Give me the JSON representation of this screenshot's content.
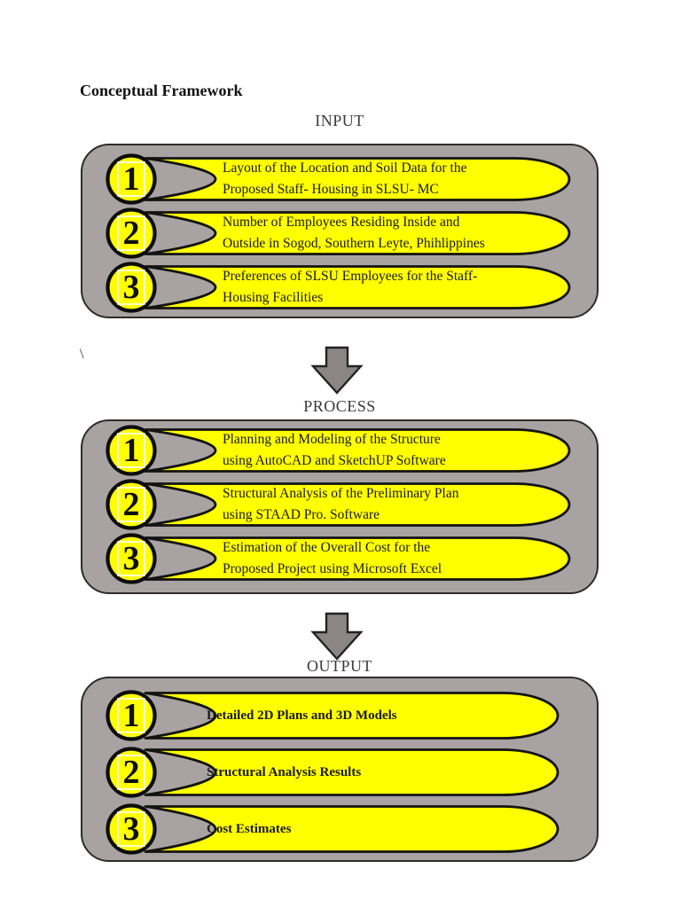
{
  "page": {
    "title": "Conceptual Framework",
    "stray_char": "\\"
  },
  "colors": {
    "panel_gray": "#a8a2a2",
    "item_yellow": "#ffff00",
    "arrow_gray": "#8b8585",
    "outline_black": "#131313"
  },
  "sections": [
    {
      "label": "INPUT",
      "items": [
        {
          "num": "1",
          "text": "Layout of the Location and Soil Data for the\nProposed Staff- Housing in SLSU- MC"
        },
        {
          "num": "2",
          "text": "Number of Employees Residing Inside and\nOutside in Sogod, Southern Leyte, Phihlippines"
        },
        {
          "num": "3",
          "text": "Preferences of SLSU Employees for the Staff-\nHousing Facilities"
        }
      ]
    },
    {
      "label": "PROCESS",
      "items": [
        {
          "num": "1",
          "text": "Planning and Modeling of the Structure\nusing AutoCAD and SketchUP Software"
        },
        {
          "num": "2",
          "text": "Structural Analysis of the Preliminary Plan\nusing STAAD Pro. Software"
        },
        {
          "num": "3",
          "text": "Estimation of the Overall Cost for the\nProposed Project using Microsoft Excel"
        }
      ]
    },
    {
      "label": "OUTPUT",
      "items": [
        {
          "num": "1",
          "text": "Detailed 2D Plans and 3D Models"
        },
        {
          "num": "2",
          "text": "Structural Analysis Results"
        },
        {
          "num": "3",
          "text": "Cost Estimates"
        }
      ]
    }
  ]
}
